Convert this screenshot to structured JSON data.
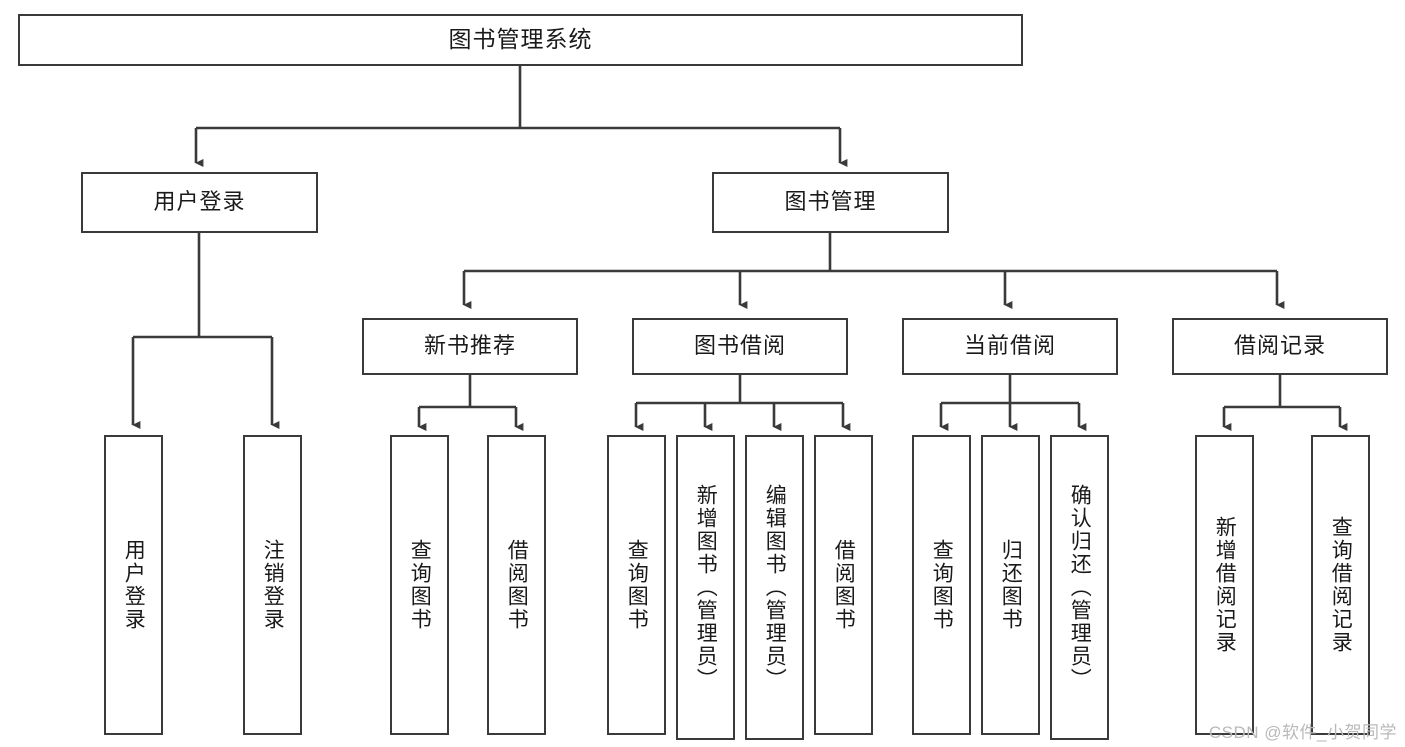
{
  "diagram": {
    "title": "图书管理系统",
    "type": "tree-hierarchy",
    "background_color": "#ffffff",
    "line_color": "#3a3a3a",
    "text_color": "#1a1a1a"
  },
  "levels": {
    "root": {
      "label": "图书管理系统"
    },
    "level2": [
      {
        "label": "用户登录"
      },
      {
        "label": "图书管理"
      }
    ],
    "level3": [
      {
        "label": "新书推荐"
      },
      {
        "label": "图书借阅"
      },
      {
        "label": "当前借阅"
      },
      {
        "label": "借阅记录"
      }
    ],
    "leaves": {
      "user_login": [
        {
          "label": "用户登录"
        },
        {
          "label": "注销登录"
        }
      ],
      "new_book_recommend": [
        {
          "label": "查询图书"
        },
        {
          "label": "借阅图书"
        }
      ],
      "book_borrow": [
        {
          "label": "查询图书"
        },
        {
          "label": "新增图书（管理员）"
        },
        {
          "label": "编辑图书（管理员）"
        },
        {
          "label": "借阅图书"
        }
      ],
      "current_borrow": [
        {
          "label": "查询图书"
        },
        {
          "label": "归还图书"
        },
        {
          "label": "确认归还（管理员）"
        }
      ],
      "borrow_record": [
        {
          "label": "新增借阅记录"
        },
        {
          "label": "查询借阅记录"
        }
      ]
    }
  },
  "watermark": {
    "text": "CSDN @软件_小贺同学"
  }
}
